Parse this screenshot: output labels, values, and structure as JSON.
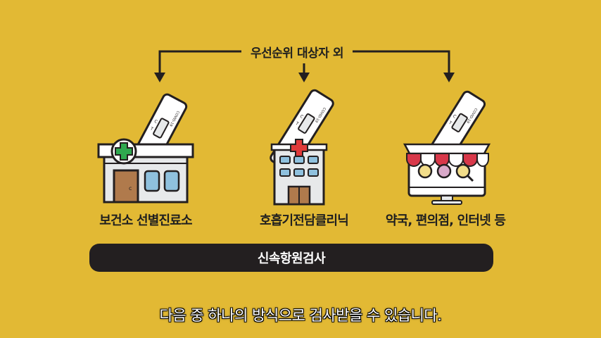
{
  "header": {
    "label": "우선순위 대상자 외"
  },
  "categories": [
    {
      "label": "보건소 선별진료소"
    },
    {
      "label": "호흡기전담클리닉"
    },
    {
      "label": "약국, 편의점, 인터넷 등"
    }
  ],
  "test_kit": {
    "brand": "COVID-19",
    "marks": [
      "C",
      "T"
    ]
  },
  "bar": {
    "label": "신속항원검사"
  },
  "subtitle": {
    "text": "다음 중 하나의 방식으로 검사받을 수 있습니다."
  },
  "colors": {
    "background": "#E2B934",
    "dark": "#231F20",
    "building_wall": "#E7E9EA",
    "window_blue": "#8FC1DE",
    "cross_green": "#2FA84F",
    "cross_red": "#E03A3A",
    "awning_red": "#D8384A",
    "door_brown": "#B07A4C"
  }
}
